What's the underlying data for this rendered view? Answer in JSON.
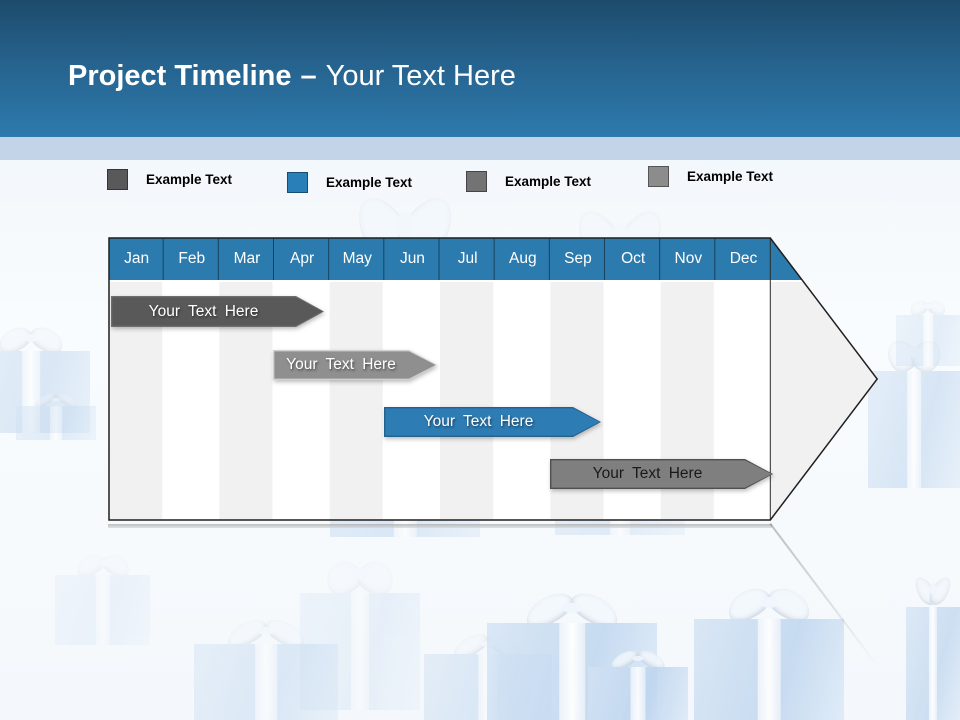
{
  "slide": {
    "title_bold": "Project Timeline",
    "title_separator": "–",
    "title_light": "Your Text Here"
  },
  "legend": {
    "items": [
      {
        "label": "Example Text",
        "color": "#595959"
      },
      {
        "label": "Example Text",
        "color": "#2980b9"
      },
      {
        "label": "Example Text",
        "color": "#737373"
      },
      {
        "label": "Example Text",
        "color": "#8c8c8c"
      }
    ]
  },
  "timeline": {
    "header_color": "#2c7bae",
    "months": [
      "Jan",
      "Feb",
      "Mar",
      "Apr",
      "May",
      "Jun",
      "Jul",
      "Aug",
      "Sep",
      "Oct",
      "Nov",
      "Dec"
    ],
    "bars": [
      {
        "label": "Your Text Here",
        "fill": "#595959",
        "border": "#6e6e6e",
        "text": "#ffffff",
        "start_month": "Jan",
        "end_month": "Apr"
      },
      {
        "label": "Your Text Here",
        "fill": "#8f8f8f",
        "border": "#d0d0d0",
        "text": "#ffffff",
        "start_month": "Apr",
        "end_month": "Jun"
      },
      {
        "label": "Your Text Here",
        "fill": "#2e7cb4",
        "border": "#24618d",
        "text": "#ffffff",
        "start_month": "Jun",
        "end_month": "Sep"
      },
      {
        "label": "Your Text Here",
        "fill": "#7f7f7f",
        "border": "#4f4f4f",
        "text": "#1a1a1a",
        "start_month": "Sep",
        "end_month": "Dec"
      }
    ]
  },
  "chart_data": {
    "type": "bar",
    "subtype": "gantt-timeline",
    "title": "Project Timeline – Your Text Here",
    "x_categories": [
      "Jan",
      "Feb",
      "Mar",
      "Apr",
      "May",
      "Jun",
      "Jul",
      "Aug",
      "Sep",
      "Oct",
      "Nov",
      "Dec"
    ],
    "series": [
      {
        "name": "Your Text Here",
        "row": 1,
        "start": "Jan",
        "end": "Apr",
        "color": "#595959"
      },
      {
        "name": "Your Text Here",
        "row": 2,
        "start": "Apr",
        "end": "Jun",
        "color": "#8f8f8f"
      },
      {
        "name": "Your Text Here",
        "row": 3,
        "start": "Jun",
        "end": "Sep",
        "color": "#2e7cb4"
      },
      {
        "name": "Your Text Here",
        "row": 4,
        "start": "Sep",
        "end": "Dec",
        "color": "#7f7f7f"
      }
    ],
    "legend_entries": [
      "Example Text",
      "Example Text",
      "Example Text",
      "Example Text"
    ],
    "legend_position": "top",
    "grid": "vertical-month-stripes"
  }
}
